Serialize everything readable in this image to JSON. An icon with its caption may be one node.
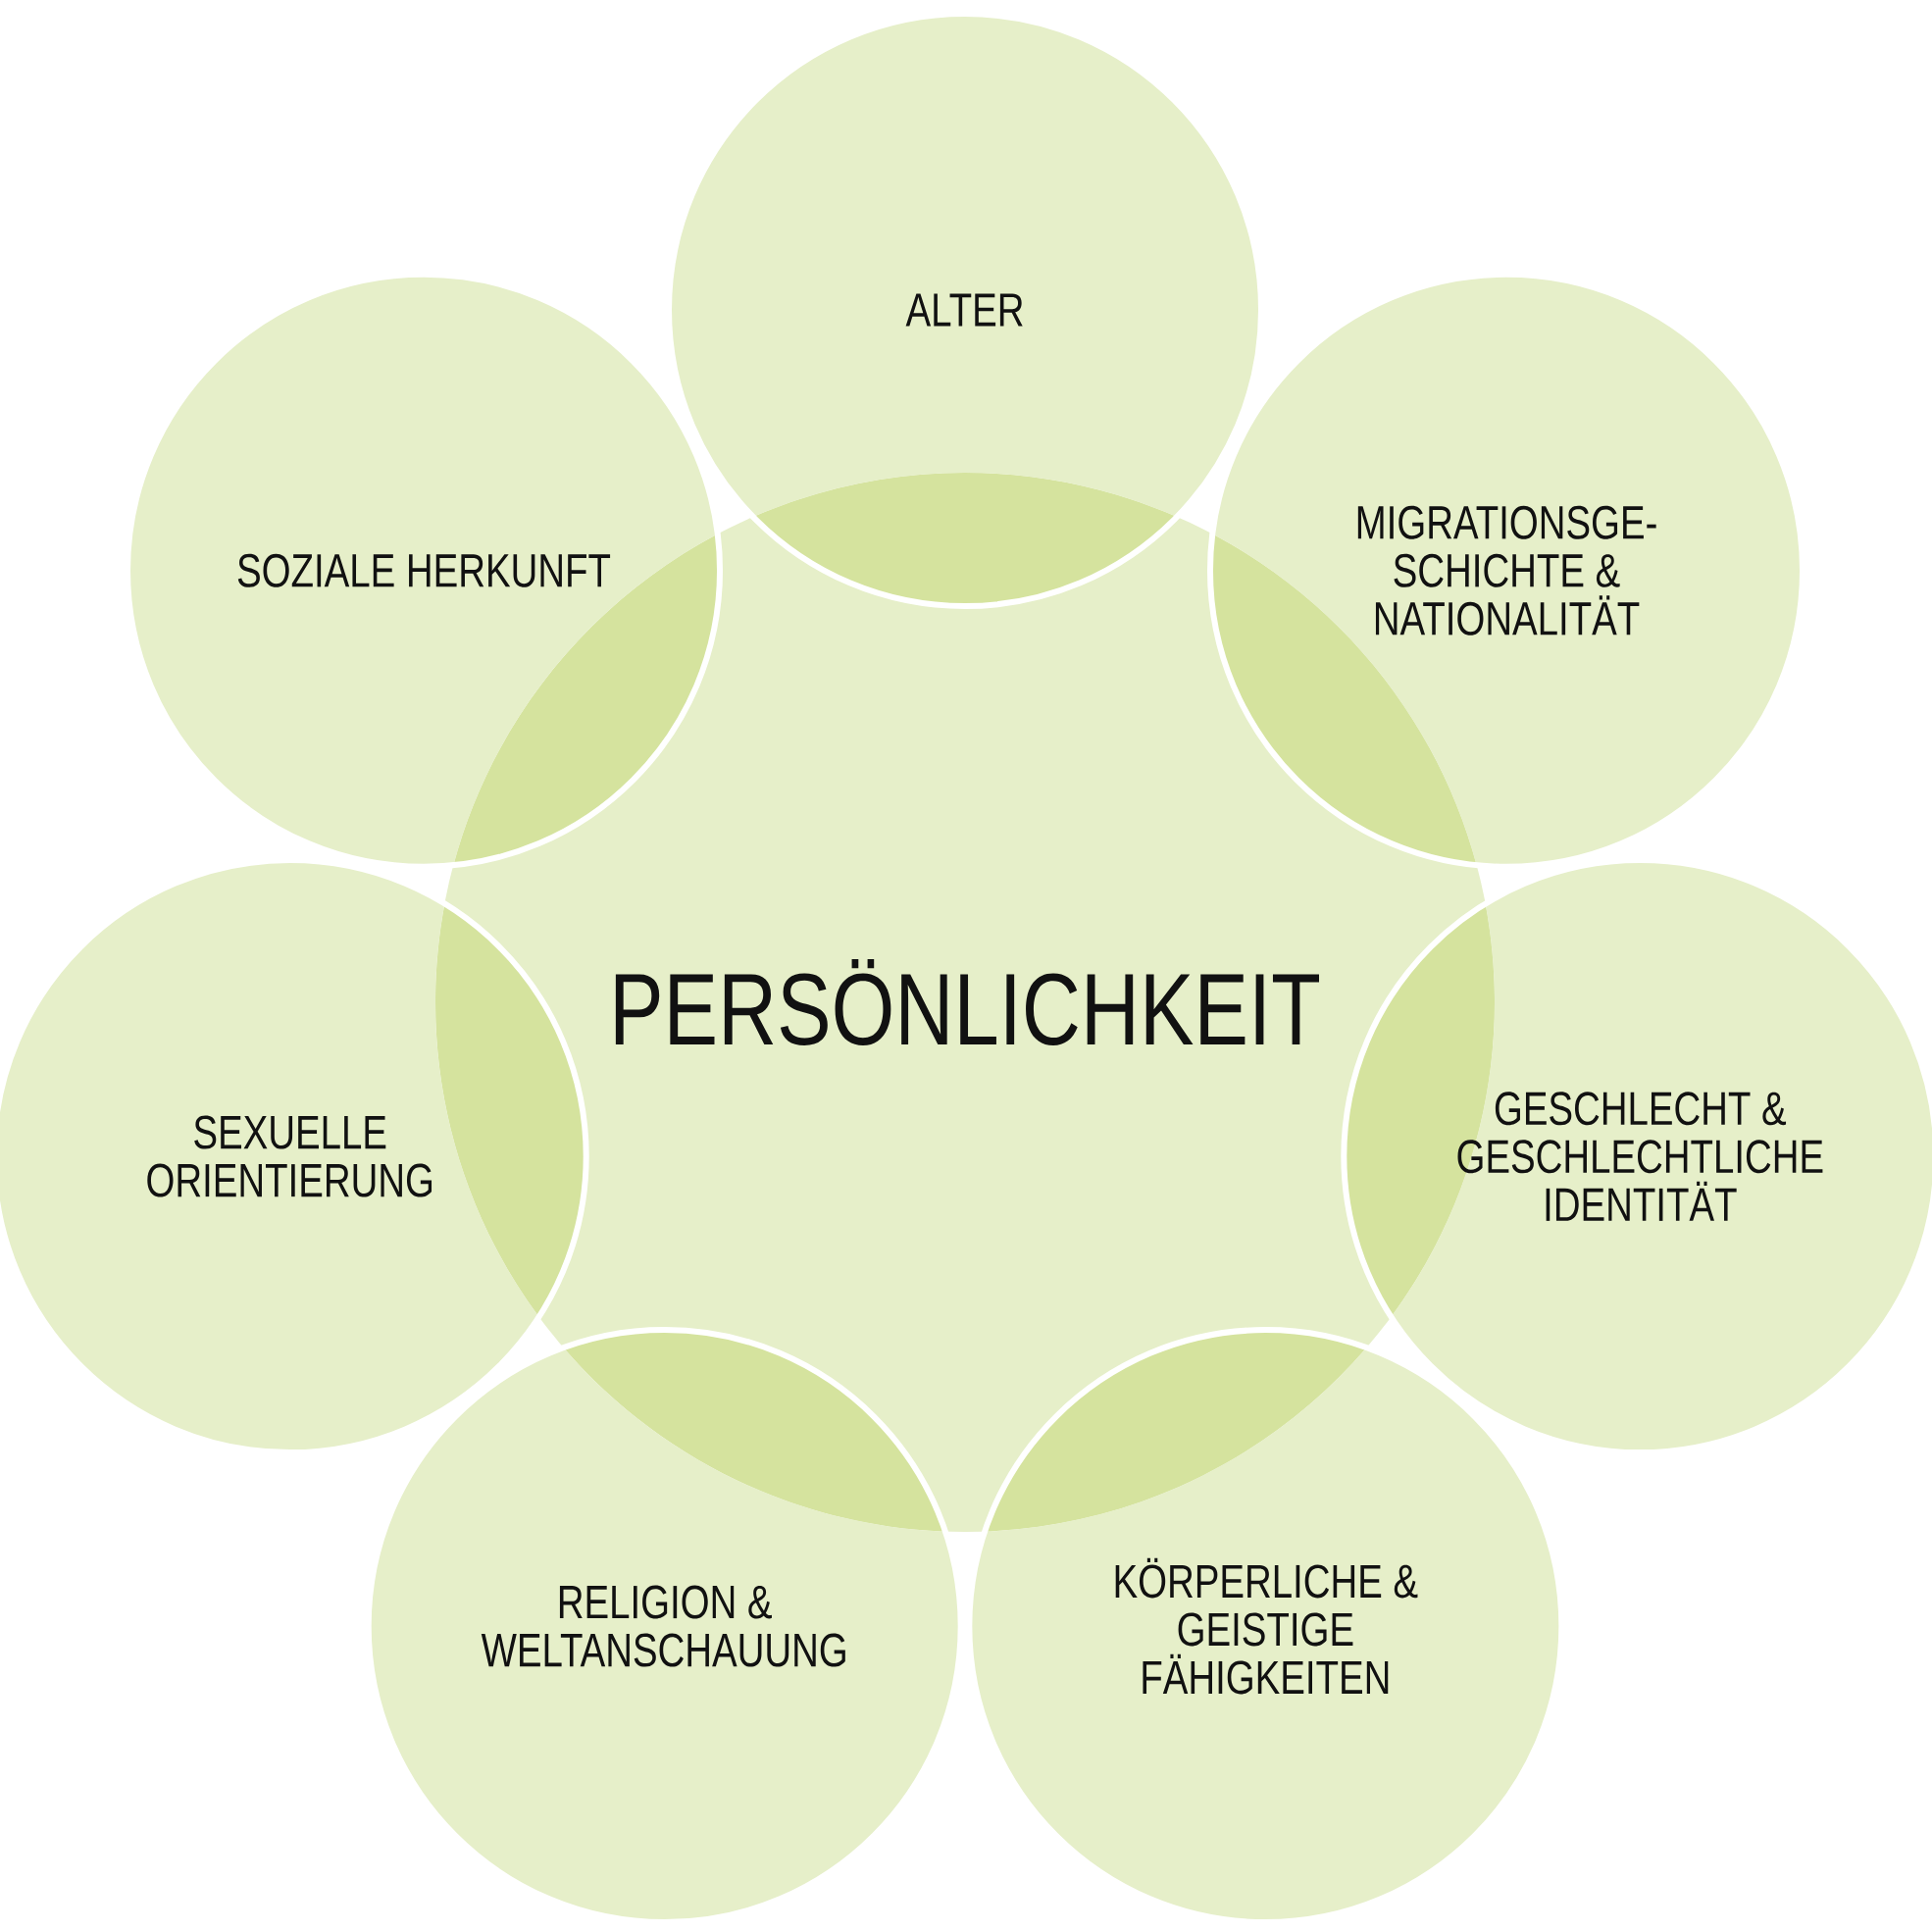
{
  "diagram": {
    "nodes": [
      {
        "text": [
          "PERSÖNLICHKEIT"
        ]
      },
      {
        "text": [
          "ALTER"
        ]
      },
      {
        "text": [
          "MIGRATIONSGE- SCHICHTE & NATIONALITÄT"
        ]
      },
      {
        "text": [
          "GESCHLECHT & GESCHLECHTLICHE IDENTITÄT"
        ]
      },
      {
        "text": [
          "KÖRPERLICHE & GEISTIGE FÄHIGKEITEN"
        ]
      },
      {
        "text": [
          "RELIGION & WELTANSCHAUUNG"
        ]
      },
      {
        "text": [
          "SEXUELLE ORIENTIERUNG"
        ]
      },
      {
        "text": [
          "SOZIALE HERKUNFT"
        ]
      }
    ]
  }
}
